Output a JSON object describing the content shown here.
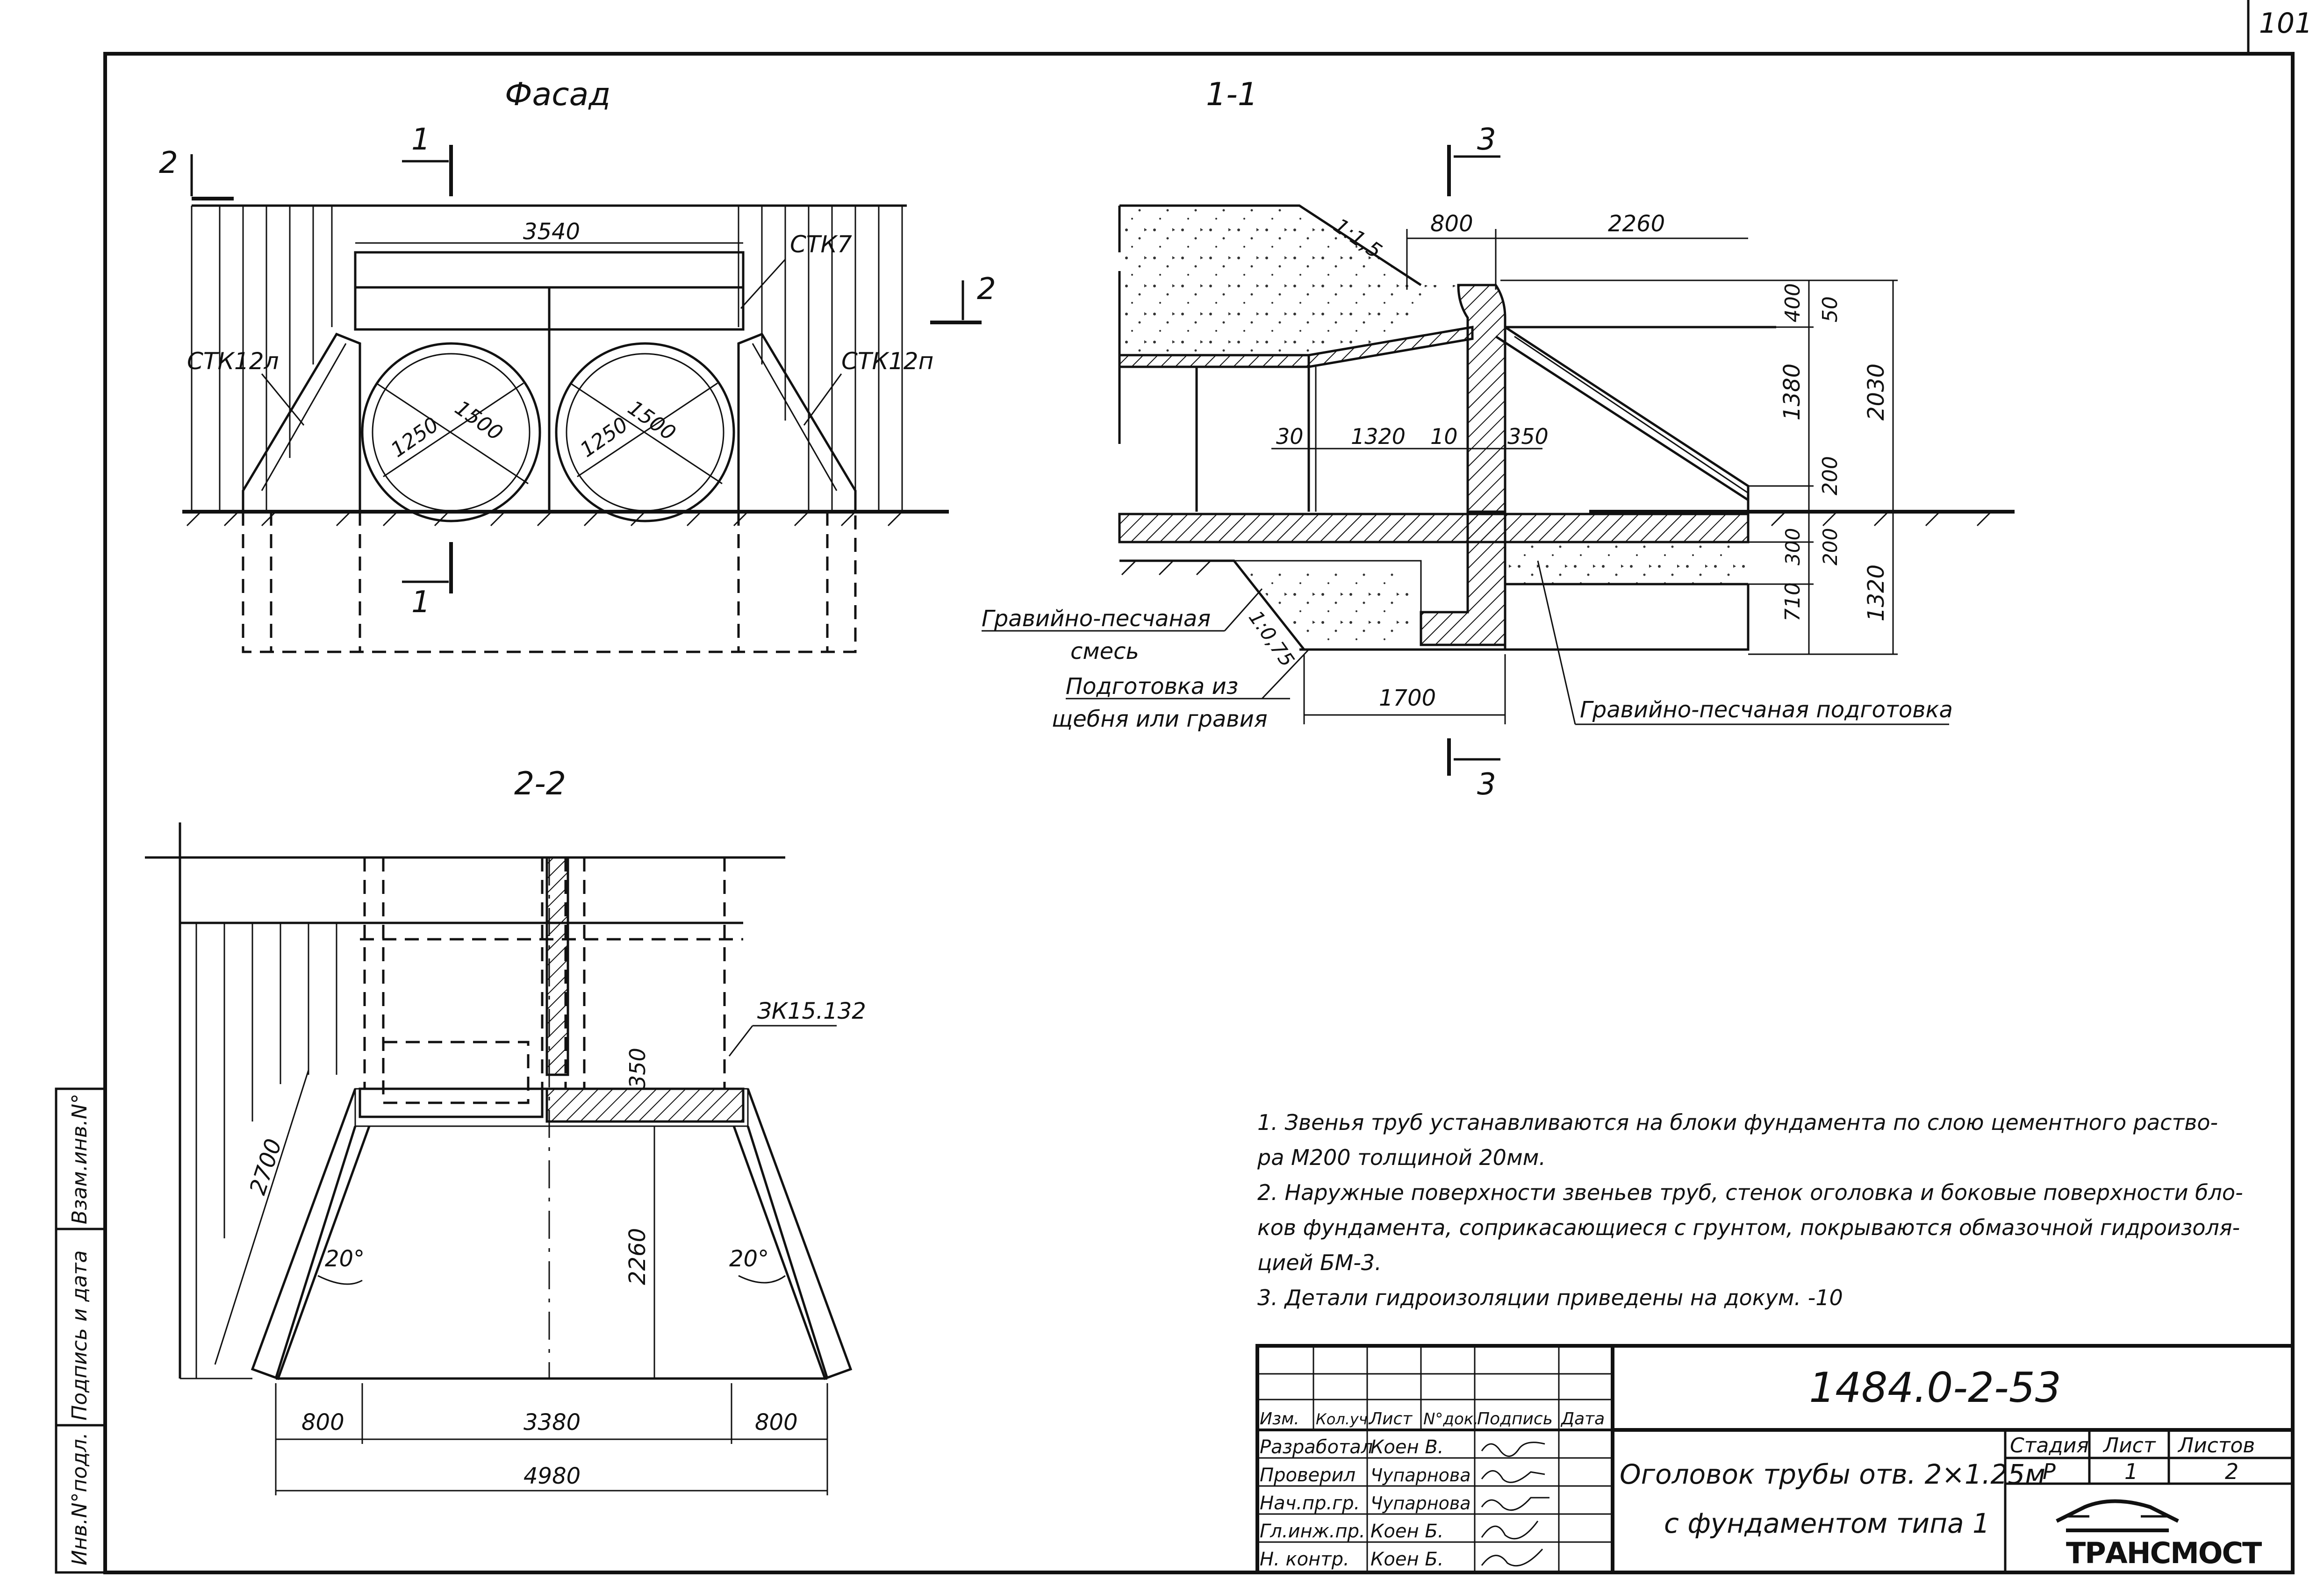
{
  "page_number": "101",
  "views": {
    "facade": {
      "title": "Фасад",
      "section_marks": [
        "1",
        "1",
        "2",
        "2"
      ],
      "dims": {
        "width": "3540"
      },
      "labels": {
        "ctk7": "СТК7",
        "ctk12_left": "СТК12л",
        "ctk12_right": "СТК12п"
      },
      "pipe_left": {
        "d_outer": "1500",
        "d_inner": "1250"
      },
      "pipe_right": {
        "d_outer": "1500",
        "d_inner": "1250"
      }
    },
    "section_1_1": {
      "title": "1-1",
      "section_marks": [
        "3",
        "3"
      ],
      "slopes": {
        "top": "1:1,5",
        "bottom": "1:0,75"
      },
      "dims": {
        "d800": "800",
        "d2260": "2260",
        "d400": "400",
        "d50": "50",
        "d1380": "1380",
        "d2030": "2030",
        "d200": "200",
        "d300": "300",
        "d200b": "200",
        "d710": "710",
        "d1320": "1320",
        "d30": "30",
        "d1320h": "1320",
        "d10": "10",
        "d350": "350",
        "d1700": "1700"
      },
      "labels": {
        "gravel_sand_mix_1": "Гравийно-песчаная",
        "gravel_sand_mix_2": "смесь",
        "prep_1": "Подготовка из",
        "prep_2": "щебня или гравия",
        "gravel_sand_prep": "Гравийно-песчаная подготовка"
      }
    },
    "section_2_2": {
      "title": "2-2",
      "block_label": "ЗК15.132",
      "dims": {
        "d350": "350",
        "d2700": "2700",
        "d2260": "2260",
        "angle_left": "20°",
        "angle_right": "20°",
        "d800_left": "800",
        "d3380": "3380",
        "d800_right": "800",
        "d4980": "4980"
      }
    }
  },
  "notes": [
    "1. Звенья труб устанавливаются на блоки фундамента по слою цементного раство-",
    "ра М200 толщиной 20мм.",
    "2. Наружные поверхности звеньев труб, стенок оголовка и боковые поверхности бло-",
    "ков фундамента, соприкасающиеся с грунтом, покрываются обмазочной гидроизоля-",
    "цией БМ-3.",
    "3. Детали гидроизоляции приведены на докум. -10"
  ],
  "side_stamp": [
    "Инв.N°подл.",
    "Подпись и дата",
    "Взам.инв.N°"
  ],
  "title_block": {
    "doc_code": "1484.0-2-53",
    "title_line1": "Оголовок трубы отв. 2×1.25м",
    "title_line2": "с фундаментом типа 1",
    "header_cols": [
      "Изм.",
      "Кол.уч.",
      "Лист",
      "N°док.",
      "Подпись",
      "Дата"
    ],
    "roles": [
      {
        "role": "Разработал",
        "name": "Коен В."
      },
      {
        "role": "Проверил",
        "name": "Чупарнова"
      },
      {
        "role": "Нач.пр.гр.",
        "name": "Чупарнова"
      },
      {
        "role": "Гл.инж.пр.",
        "name": "Коен Б."
      },
      {
        "role": "Н. контр.",
        "name": "Коен Б."
      }
    ],
    "stage_label": "Стадия",
    "sheet_label": "Лист",
    "sheets_label": "Листов",
    "stage": "Р",
    "sheet": "1",
    "sheets": "2",
    "logo_text": "ТРАНСМОСТ"
  }
}
